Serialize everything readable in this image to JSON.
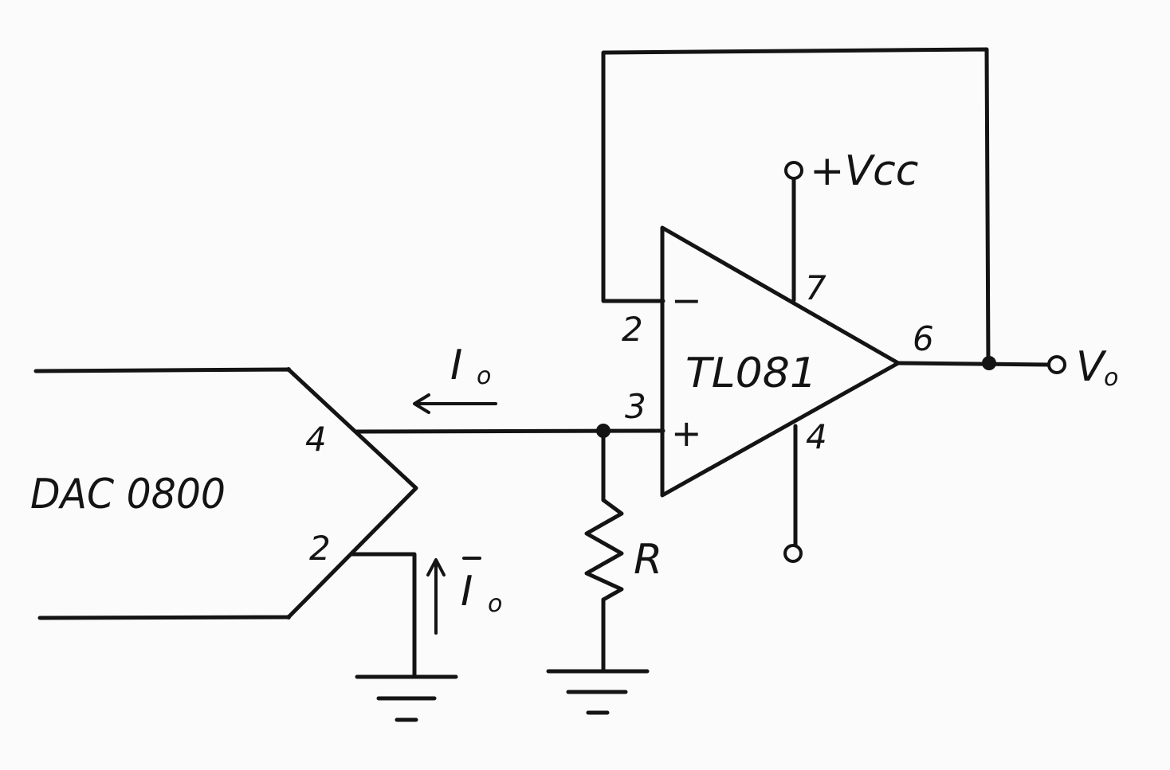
{
  "diagram": {
    "dac": {
      "label": "DAC 0800",
      "pin_out": "4",
      "pin_out_bar": "2"
    },
    "opamp": {
      "label": "TL081",
      "pin_inverting": "2",
      "pin_noninverting": "3",
      "pin_vcc": "7",
      "pin_vee": "4",
      "pin_output": "6",
      "minus_sign": "−",
      "plus_sign": "+"
    },
    "currents": {
      "io": {
        "main": "I",
        "sub": "o"
      },
      "io_bar": {
        "main": "I",
        "sub": "o"
      }
    },
    "resistor": {
      "label": "R"
    },
    "supply": {
      "vcc_label": "+Vcc"
    },
    "output": {
      "label": "V",
      "sub": "o"
    }
  }
}
